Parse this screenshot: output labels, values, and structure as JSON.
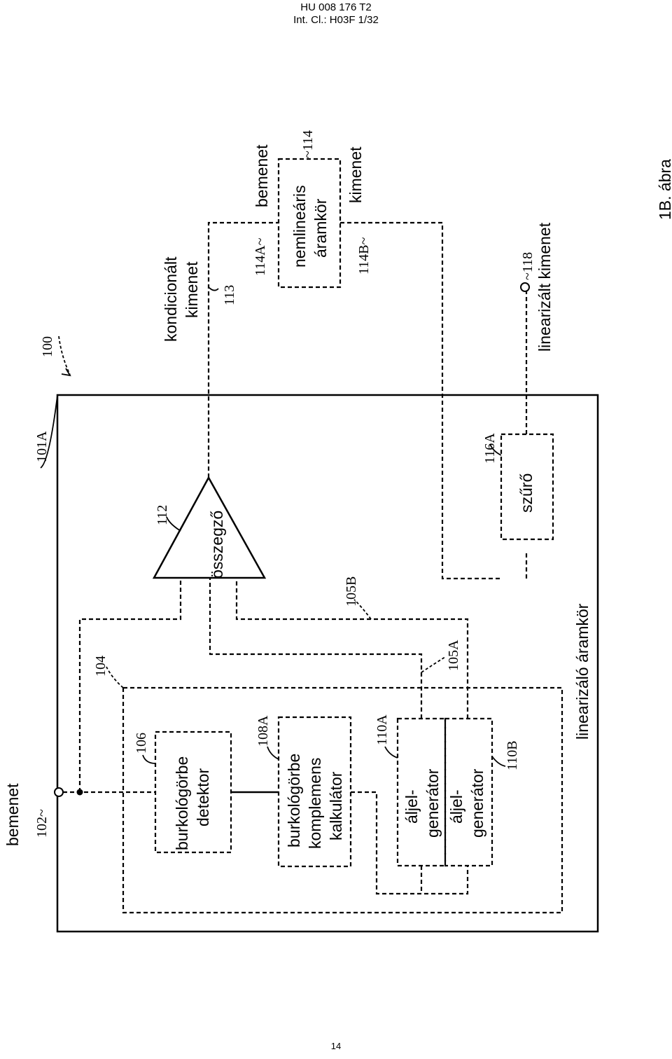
{
  "header": {
    "line1": "HU 008 176 T2",
    "line2": "Int. Cl.: H03F 1/32"
  },
  "page_number": "14",
  "figure_label": "1B. ábra",
  "refs": {
    "r100": "100",
    "r101A": "101A",
    "r102": "102~",
    "r104": "104",
    "r105A": "105A",
    "r105B": "105B",
    "r106": "106",
    "r108A": "108A",
    "r110A": "110A",
    "r110B": "110B",
    "r112": "112",
    "r113": "113",
    "r114": "~114",
    "r114A": "114A~",
    "r114B": "114B~",
    "r116A": "116A",
    "r118": "~118"
  },
  "labels": {
    "input": "bemenet",
    "envelope_detector_line1": "burkológörbe",
    "envelope_detector_line2": "detektor",
    "envelope_complement_line1": "burkológörbe",
    "envelope_complement_line2": "komplemens",
    "envelope_complement_line3": "kalkulátor",
    "sawtooth1_line1": "áljel-",
    "sawtooth1_line2": "generátor",
    "sawtooth2_line1": "áljel-",
    "sawtooth2_line2": "generátor",
    "summer": "összegző",
    "filter": "szűrő",
    "linearizer": "linearizáló áramkör",
    "conditioned_output_line1": "kondicionált",
    "conditioned_output_line2": "kimenet",
    "nonlinear_input": "bemenet",
    "nonlinear_line1": "nemlineáris",
    "nonlinear_line2": "áramkör",
    "nonlinear_output": "kimenet",
    "linearized_output": "linearizált kimenet"
  }
}
